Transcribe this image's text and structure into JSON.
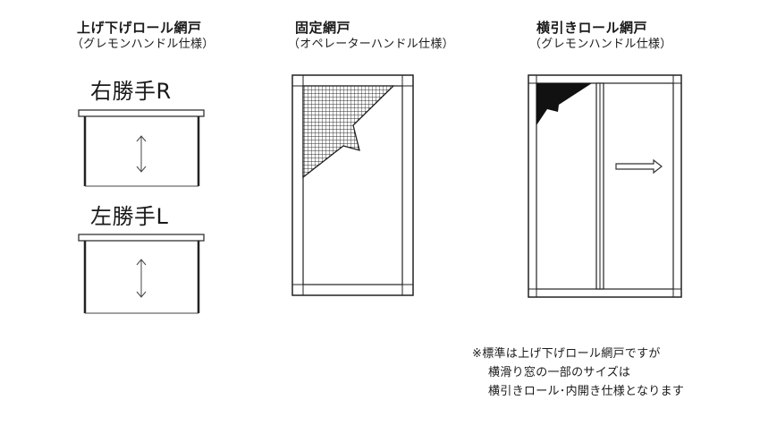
{
  "columns": [
    {
      "title": "上げ下げロール網戸",
      "subtitle": "（グレモンハンドル仕様）"
    },
    {
      "title": "固定網戸",
      "subtitle": "（オペレーターハンドル仕様）"
    },
    {
      "title": "横引きロール網戸",
      "subtitle": "（グレモンハンドル仕様）"
    }
  ],
  "hand_labels": {
    "right": "右勝手R",
    "left": "左勝手L"
  },
  "note": {
    "line1": "※標準は上げ下げロール網戸ですが",
    "line2": "横滑り窓の一部のサイズは",
    "line3": "横引きロール･内開き仕様となります"
  }
}
